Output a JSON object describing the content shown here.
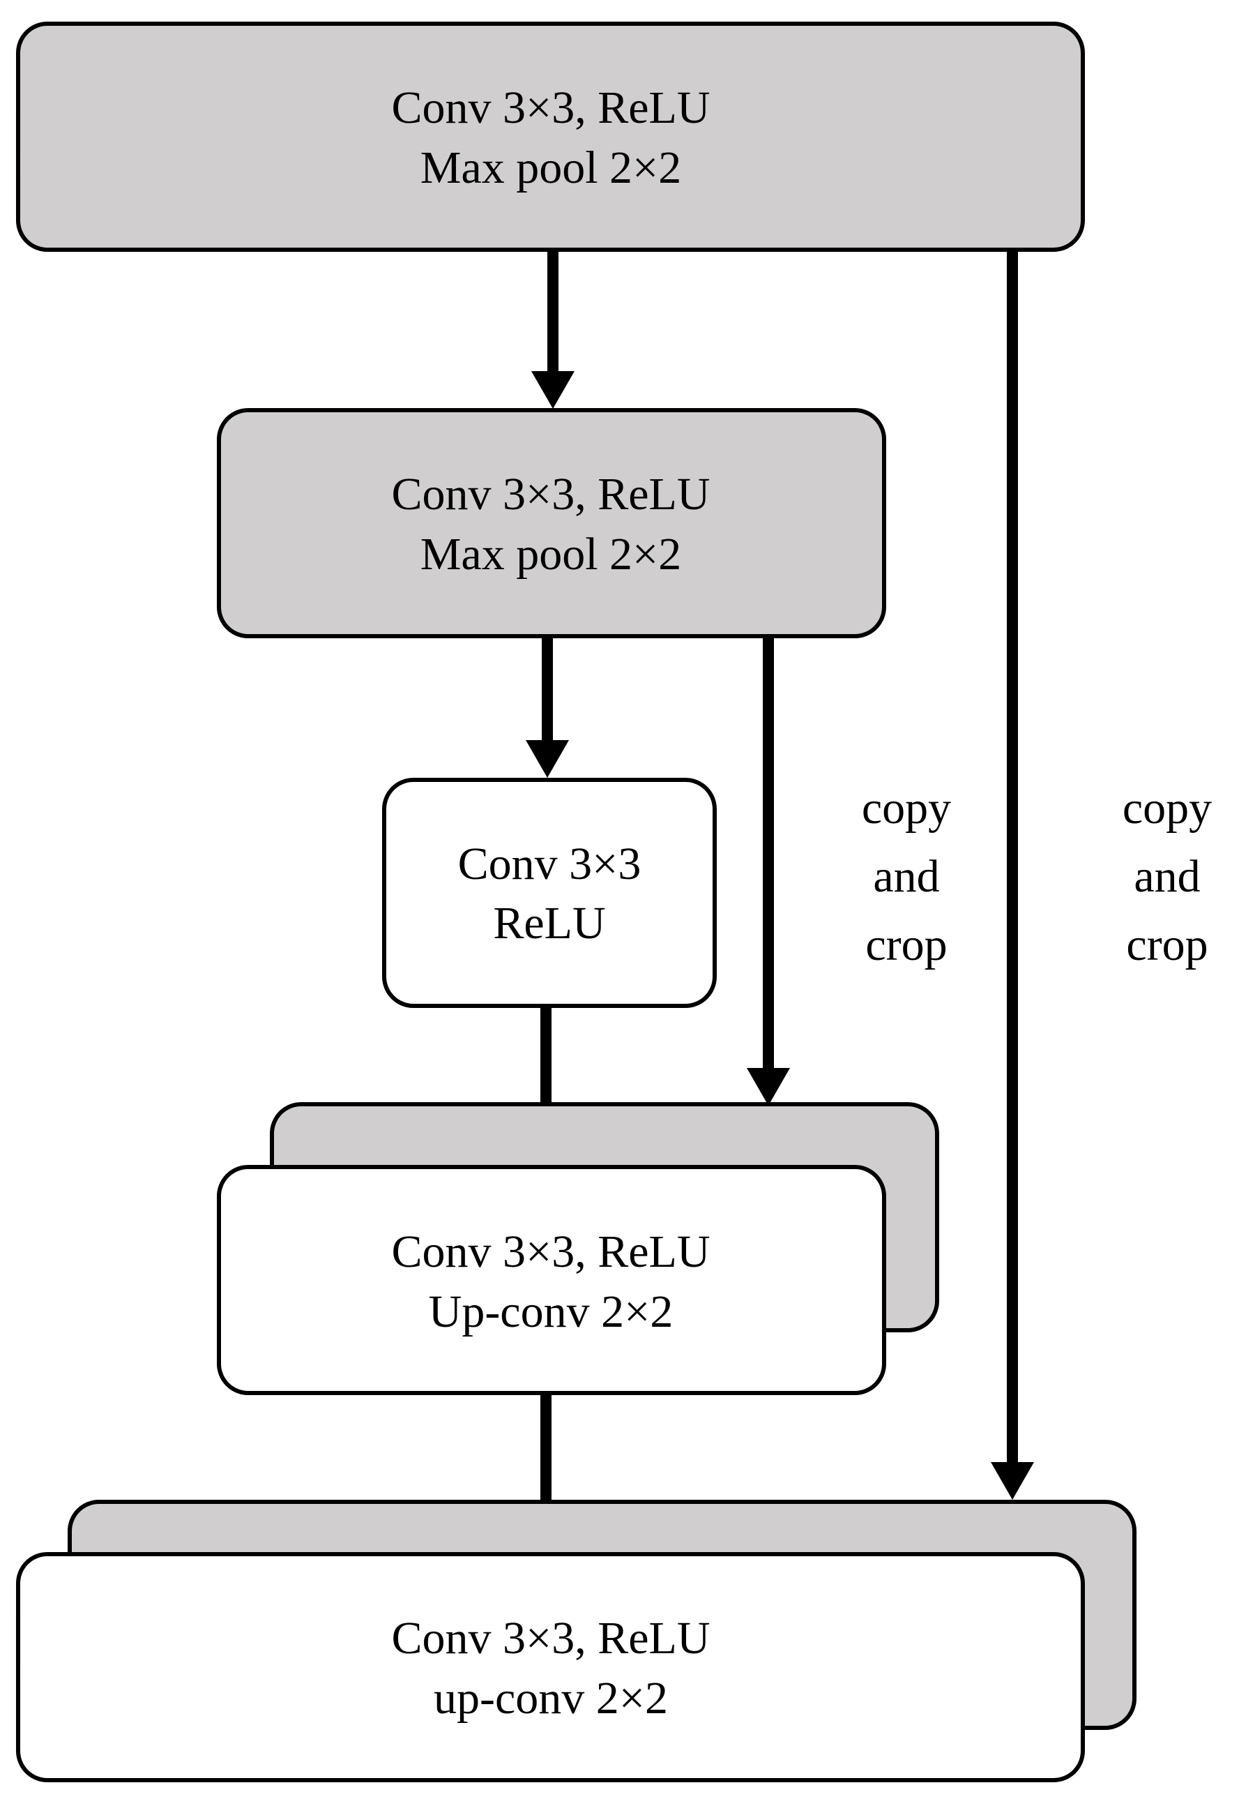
{
  "blocks": {
    "encoder1": {
      "line1": "Conv 3×3, ReLU",
      "line2": "Max pool 2×2"
    },
    "encoder2": {
      "line1": "Conv 3×3, ReLU",
      "line2": "Max pool 2×2"
    },
    "bottleneck": {
      "line1": "Conv 3×3",
      "line2": "ReLU"
    },
    "decoder1": {
      "line1": "Conv 3×3, ReLU",
      "line2": "Up-conv 2×2"
    },
    "decoder2": {
      "line1": "Conv 3×3, ReLU",
      "line2": "up-conv 2×2"
    }
  },
  "skip_labels": {
    "inner": {
      "line1": "copy",
      "line2": "and",
      "line3": "crop"
    },
    "outer": {
      "line1": "copy",
      "line2": "and",
      "line3": "crop"
    }
  },
  "colors": {
    "block_fill_gray": "#d0cecf",
    "block_fill_white": "#ffffff",
    "stroke": "#000000"
  }
}
